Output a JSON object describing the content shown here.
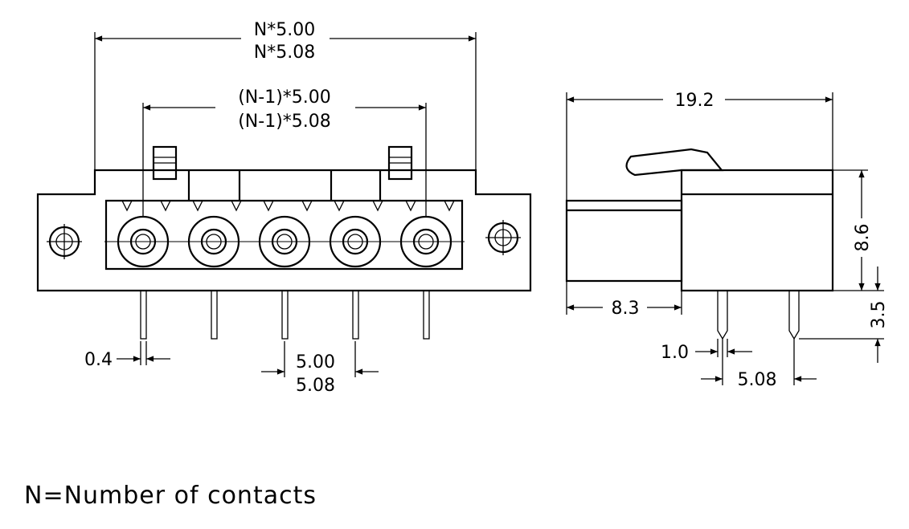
{
  "front_view": {
    "overall_width": [
      "N*5.00",
      "N*5.08"
    ],
    "pitch_span": [
      "(N-1)*5.00",
      "(N-1)*5.08"
    ],
    "pin_width": "0.4",
    "pin_pitch": [
      "5.00",
      "5.08"
    ],
    "contact_count": 5
  },
  "side_view": {
    "depth": "19.2",
    "height": "8.6",
    "plug_depth": "8.3",
    "pin_length": "3.5",
    "pin_diameter": "1.0",
    "row_spacing": "5.08"
  },
  "footnote": "N=Number of contacts"
}
